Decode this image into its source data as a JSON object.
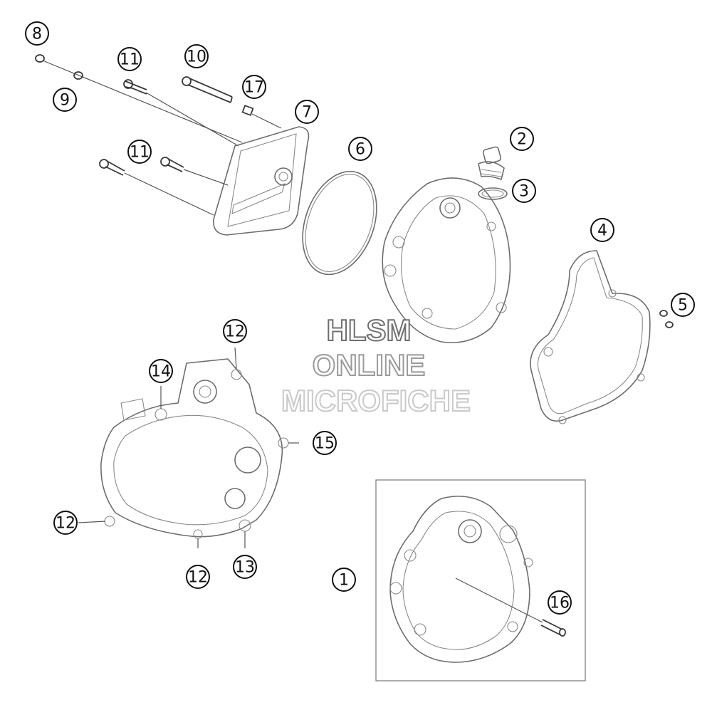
{
  "diagram": {
    "watermark": [
      "HLSM",
      "ONLINE",
      "MICROFICHE"
    ],
    "callouts": [
      "8",
      "9",
      "11",
      "10",
      "17",
      "7",
      "6",
      "2",
      "3",
      "4",
      "5",
      "11",
      "12",
      "14",
      "15",
      "12",
      "12",
      "13",
      "1",
      "16"
    ]
  }
}
